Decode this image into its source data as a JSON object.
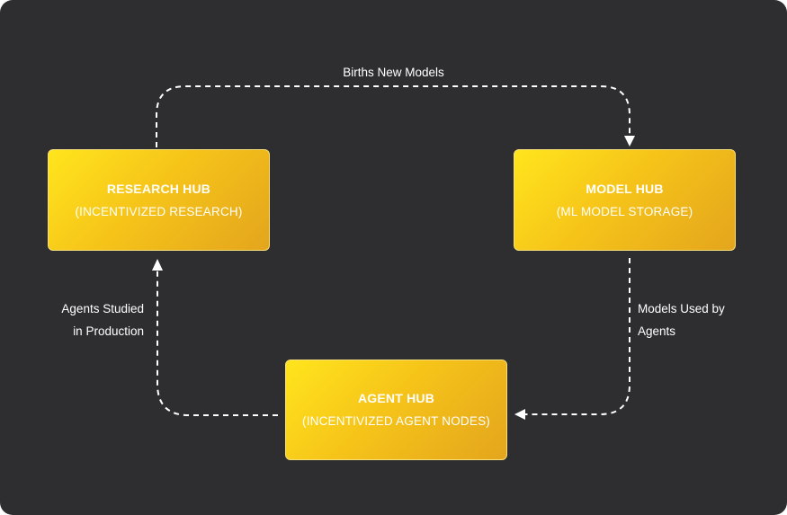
{
  "nodes": {
    "research": {
      "title": "RESEARCH HUB",
      "subtitle": "(INCENTIVIZED RESEARCH)"
    },
    "model": {
      "title": "MODEL HUB",
      "subtitle": "(ML MODEL STORAGE)"
    },
    "agent": {
      "title": "AGENT HUB",
      "subtitle": "(INCENTIVIZED AGENT NODES)"
    }
  },
  "edges": {
    "research_to_model": {
      "label": "Births New Models"
    },
    "model_to_agent": {
      "label_line1": "Models Used by",
      "label_line2": "Agents"
    },
    "agent_to_research": {
      "label_line1": "Agents Studied",
      "label_line2": "in Production"
    }
  },
  "colors": {
    "background": "#2e2e31",
    "node_gradient_start": "#ffe51d",
    "node_gradient_end": "#e4a51d",
    "arrow": "#ffffff",
    "text": "#ffffff"
  }
}
